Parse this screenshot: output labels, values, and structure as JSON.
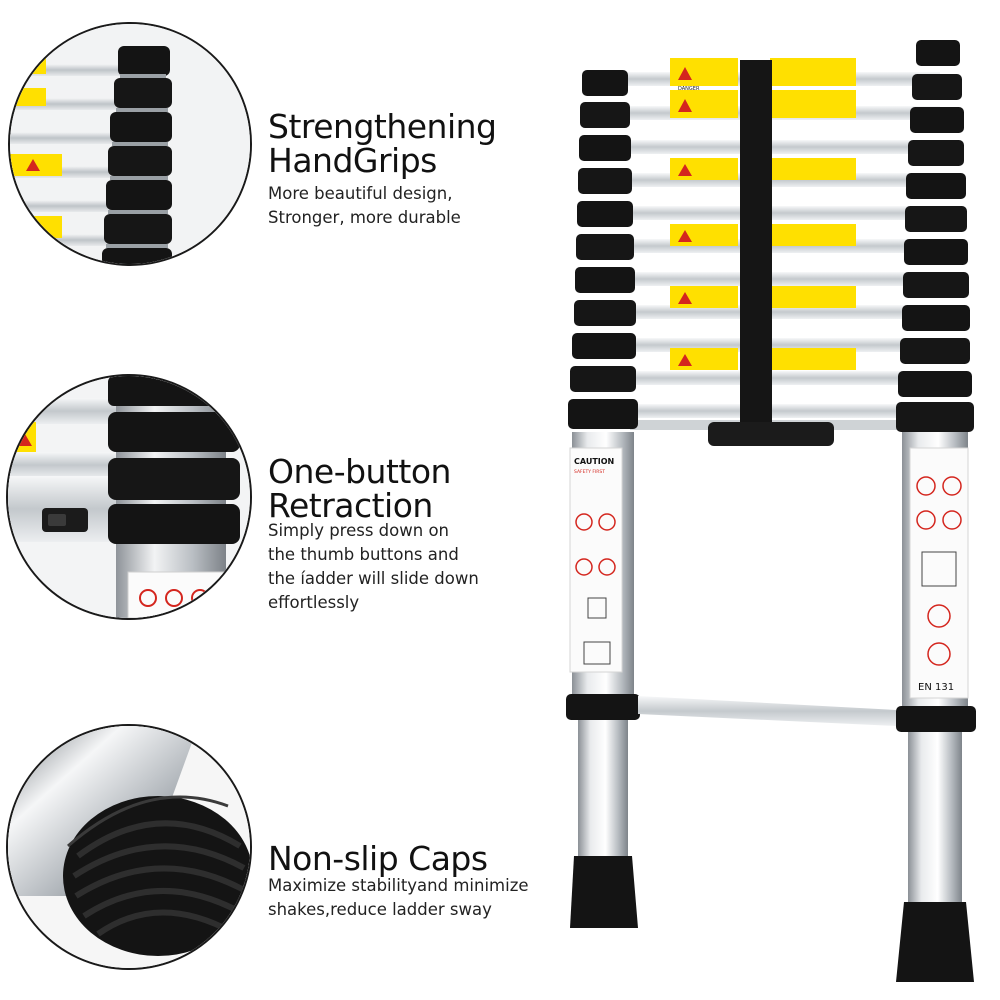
{
  "features": [
    {
      "title_lines": [
        "Strengthening",
        "HandGrips"
      ],
      "desc_lines": [
        "More beautiful design,",
        "Stronger, more durable"
      ]
    },
    {
      "title_lines": [
        "One-button",
        "Retraction"
      ],
      "desc_lines": [
        "Simply press down on",
        "the thumb buttons and",
        "the íadder will slide down",
        "effortlessly"
      ]
    },
    {
      "title_lines": [
        "Non-slip Caps"
      ],
      "desc_lines": [
        "Maximize stabilityand minimize",
        "shakes,reduce ladder sway"
      ]
    }
  ],
  "ladder_labels": {
    "caution": "CAUTION",
    "safety_first": "SAFETY FIRST",
    "danger": "DANGER",
    "standard": "EN 131"
  },
  "colors": {
    "rubber": "#141414",
    "aluminium": "#cfd3d6",
    "sticker_yellow": "#ffe000",
    "sticker_red": "#d4261e"
  }
}
